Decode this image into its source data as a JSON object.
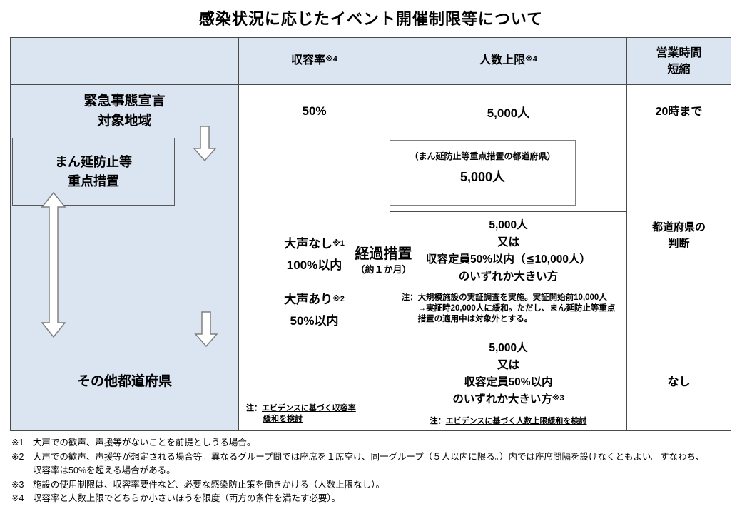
{
  "title": "感染状況に応じたイベント開催制限等について",
  "colors": {
    "cell_blue": "#dbe4f1",
    "grid_line": "#4a4a4a",
    "box_border": "#7f7f7f",
    "arrow_fill": "#ffffff",
    "arrow_stroke": "#808080"
  },
  "icons": {
    "down_arrow_top": "down-block-arrow",
    "down_arrow_bottom": "down-block-arrow",
    "updown_arrow": "up-down-block-arrow"
  },
  "header": {
    "capacity": "収容率",
    "capacity_ref": "※4",
    "people_limit": "人数上限",
    "people_limit_ref": "※4",
    "hours_line1": "営業時間",
    "hours_line2": "短縮"
  },
  "rows": {
    "emergency": {
      "label1": "緊急事態宣言",
      "label2": "対象地域",
      "capacity": "50%",
      "limit": "5,000人",
      "hours": "20時まで"
    },
    "priority": {
      "label1": "まん延防止等",
      "label2": "重点措置"
    },
    "transition": {
      "label": "経過措置",
      "sub": "（約１か月）"
    },
    "others": {
      "label": "その他都道府県",
      "hours": "なし"
    }
  },
  "capacity_cell": {
    "line1": "大声なし",
    "line1_ref": "※1",
    "line2": "100%以内",
    "line3": "大声あり",
    "line3_ref": "※2",
    "line4": "50%以内",
    "note_prefix": "注：",
    "note_line1": "エビデンスに基づく収容率",
    "note_line2": "緩和を検討"
  },
  "limit_priority_box": {
    "caption": "（まん延防止等重点措置の都道府県）",
    "value": "5,000人"
  },
  "limit_transition_cell": {
    "line1": "5,000人",
    "line2": "又は",
    "line3": "収容定員50%以内（≦10,000人）",
    "line4": "のいずれか大きい方",
    "note_line1": "注：大規模施設の実証調査を実施。実証開始前10,000人",
    "note_line2": "→実証時20,000人に緩和。ただし、まん延防止等重点",
    "note_line3": "措置の適用中は対象外とする。"
  },
  "limit_others_cell": {
    "line1": "5,000人",
    "line2": "又は",
    "line3": "収容定員50%以内",
    "line4": "のいずれか大きい方",
    "line4_ref": "※3",
    "note_prefix": "注：",
    "note_text": "エビデンスに基づく人数上限緩和を検討"
  },
  "hours_cell": {
    "line1": "都道府県の",
    "line2": "判断"
  },
  "footnotes": [
    "※1　大声での歓声、声援等がないことを前提としうる場合。",
    "※2　大声での歓声、声援等が想定される場合等。異なるグループ間では座席を１席空け、同一グループ（５人以内に限る。）内では座席間隔を設けなくともよい。すなわち、",
    "収容率は50%を超える場合がある。",
    "※3　施設の使用制限は、収容率要件など、必要な感染防止策を働きかける（人数上限なし）。",
    "※4　収容率と人数上限でどちらか小さいほうを限度（両方の条件を満たす必要）。"
  ]
}
